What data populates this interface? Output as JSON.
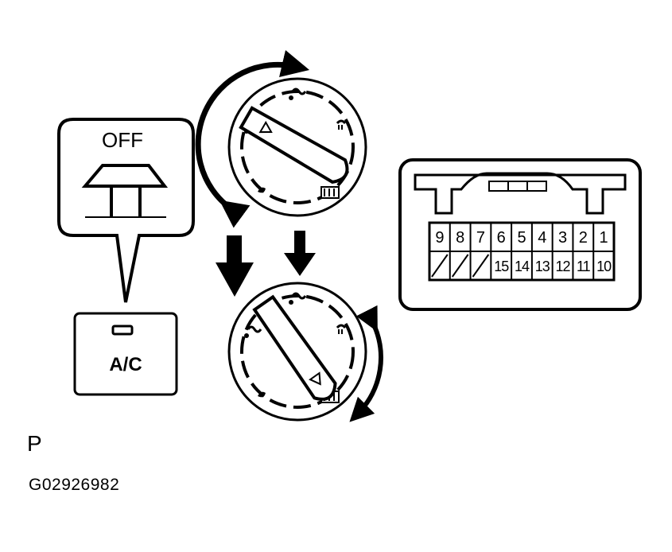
{
  "callout": {
    "off_label": "OFF"
  },
  "ac_button": {
    "label": "A/C"
  },
  "connector": {
    "top_row": [
      "9",
      "8",
      "7",
      "6",
      "5",
      "4",
      "3",
      "2",
      "1"
    ],
    "bottom_row": [
      "",
      "",
      "",
      "15",
      "14",
      "13",
      "12",
      "11",
      "10"
    ]
  },
  "footer": {
    "letter": "P",
    "code": "G02926982"
  },
  "icons": {
    "knob": "mode-selector-knob-icon",
    "arrow": "down-arrow-icon",
    "rotation": "curved-rotation-arrow-icon",
    "vent_face": "vent-face-icon",
    "vent_feet": "vent-feet-icon",
    "defrost": "defrost-icon",
    "foot_defrost": "foot-defrost-icon"
  }
}
